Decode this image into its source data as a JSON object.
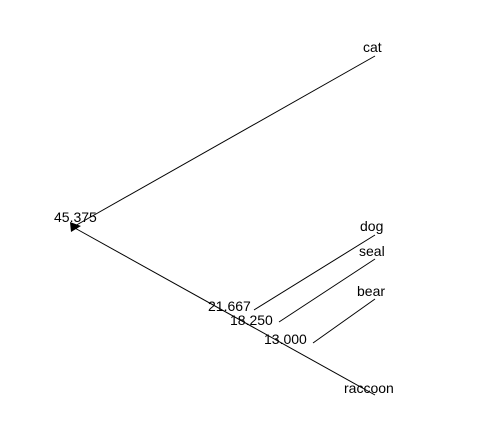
{
  "tree": {
    "root": {
      "height": "45.375",
      "marker": "root-arrow-icon"
    },
    "leaves": {
      "cat": "cat",
      "dog": "dog",
      "seal": "seal",
      "bear": "bear",
      "raccoon": "raccoon"
    },
    "internal_nodes": {
      "dog_group": "21.667",
      "seal_group": "18.250",
      "bear_raccoon": "13.000"
    }
  }
}
